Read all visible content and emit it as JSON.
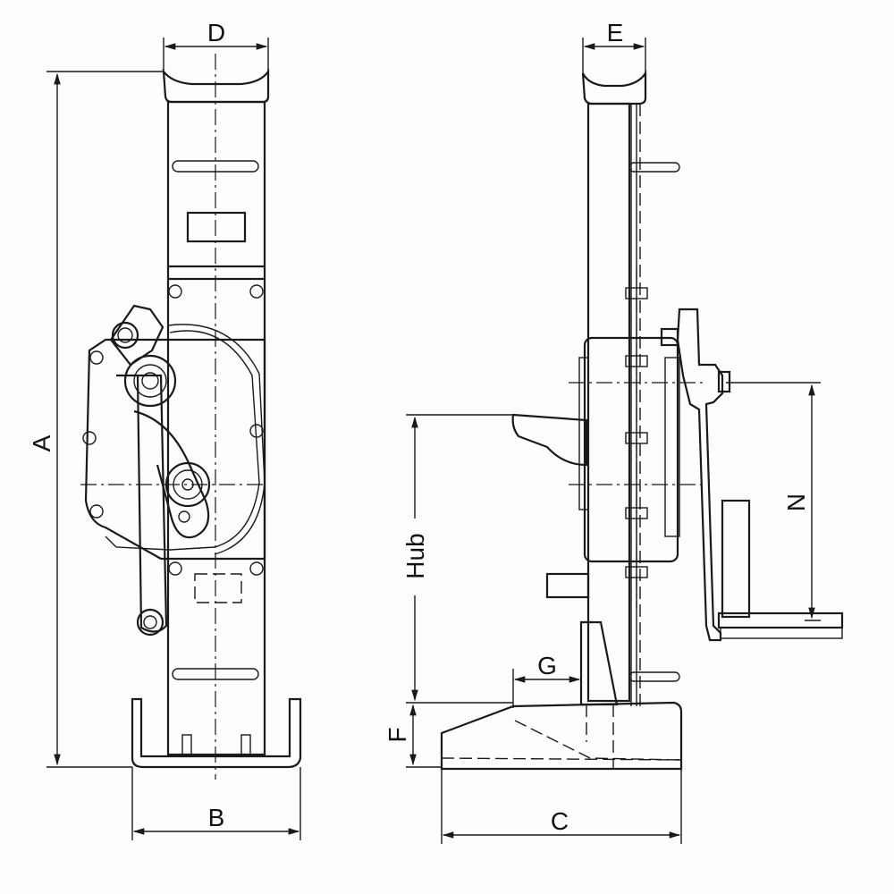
{
  "labels": {
    "A": "A",
    "B": "B",
    "C": "C",
    "D": "D",
    "E": "E",
    "F": "F",
    "G": "G",
    "N": "N",
    "Hub": "Hub"
  }
}
